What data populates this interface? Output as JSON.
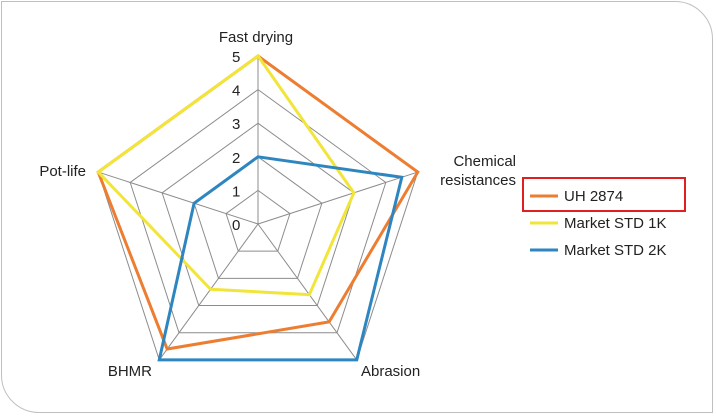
{
  "chart_data": {
    "type": "radar",
    "axes": [
      "Fast drying",
      "Chemical resistances",
      "Abrasion",
      "BHMR",
      "Pot-life"
    ],
    "axis_label_lines": [
      [
        "Fast drying"
      ],
      [
        "Chemical",
        "resistances"
      ],
      [
        "Abrasion"
      ],
      [
        "BHMR"
      ],
      [
        "Pot-life"
      ]
    ],
    "rmin": 0,
    "rmax": 5,
    "ticks": [
      0,
      1,
      2,
      3,
      4,
      5
    ],
    "grid": true,
    "legend": "right",
    "series": [
      {
        "name": "UH 2874",
        "color": "#ED7D31",
        "values": [
          5,
          5,
          3.6,
          4.6,
          5
        ],
        "highlighted": true
      },
      {
        "name": "Market STD 1K",
        "color": "#F2E53A",
        "values": [
          5,
          3,
          2.6,
          2.4,
          5
        ]
      },
      {
        "name": "Market STD 2K",
        "color": "#2E86C1",
        "values": [
          2,
          4.5,
          5,
          5,
          2
        ]
      }
    ]
  },
  "colors": {
    "grid": "#8c8c8c",
    "highlight_box": "#e02020",
    "frame": "#bfbfbf"
  }
}
